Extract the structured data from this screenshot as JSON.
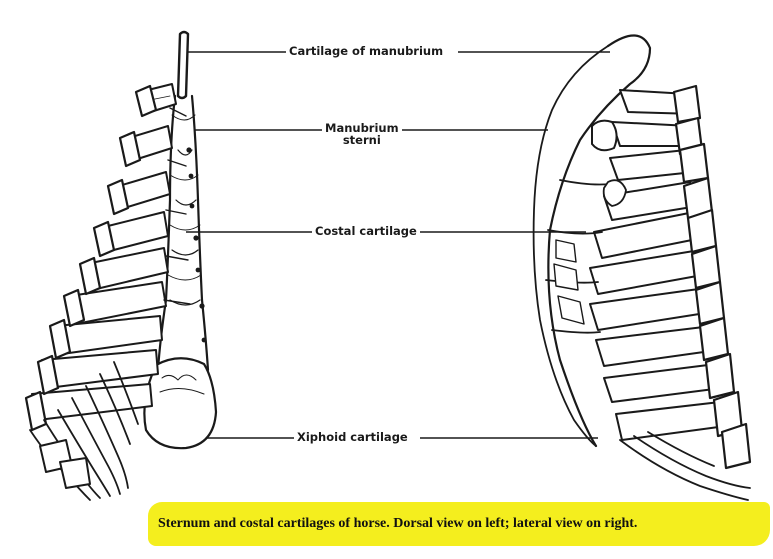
{
  "labels": {
    "cartilage_of_manubrium": "Cartilage of manubrium",
    "manubrium_sterni_line1": "Manubrium",
    "manubrium_sterni_line2": "sterni",
    "costal_cartilage": "Costal cartilage",
    "xiphoid_cartilage": "Xiphoid cartilage"
  },
  "caption": "Sternum and costal cartilages of horse. Dorsal view on left; lateral view on right.",
  "colors": {
    "ink": "#1a1a1a",
    "highlight": "#f4ee1e"
  }
}
